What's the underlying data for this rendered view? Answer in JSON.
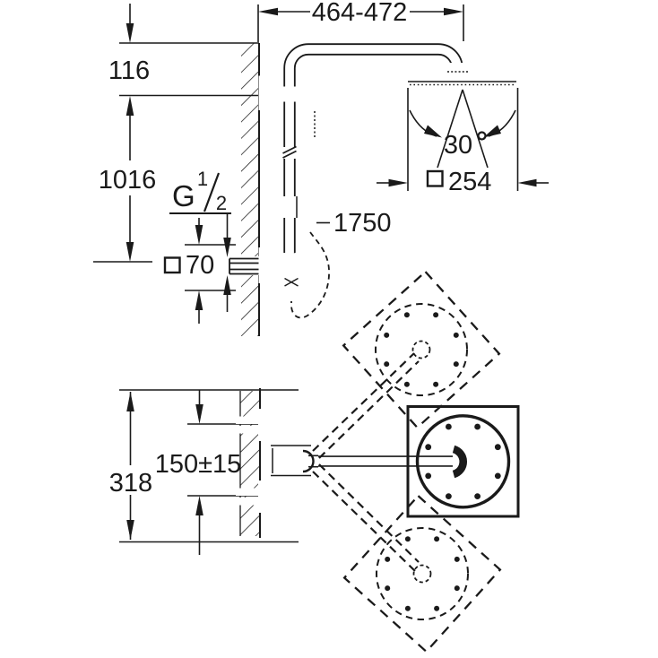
{
  "colors": {
    "ink": "#1a1a1a",
    "background": "#ffffff"
  },
  "side_view": {
    "dim_wall_to_head": "464-472",
    "dim_arm_drop": "116",
    "dim_riser_height": "1016",
    "thread": {
      "letter": "G",
      "numerator": "1",
      "denominator": "2"
    },
    "dim_escutcheon_square": "70",
    "dim_hose_length": "1750",
    "dim_head_tilt": "30",
    "dim_head_square": "254"
  },
  "plan_view": {
    "dim_trim_height": "318",
    "dim_inlet_spacing": "150±15"
  },
  "symbols": {
    "square": "square-symbol",
    "degree": "degree-symbol"
  }
}
